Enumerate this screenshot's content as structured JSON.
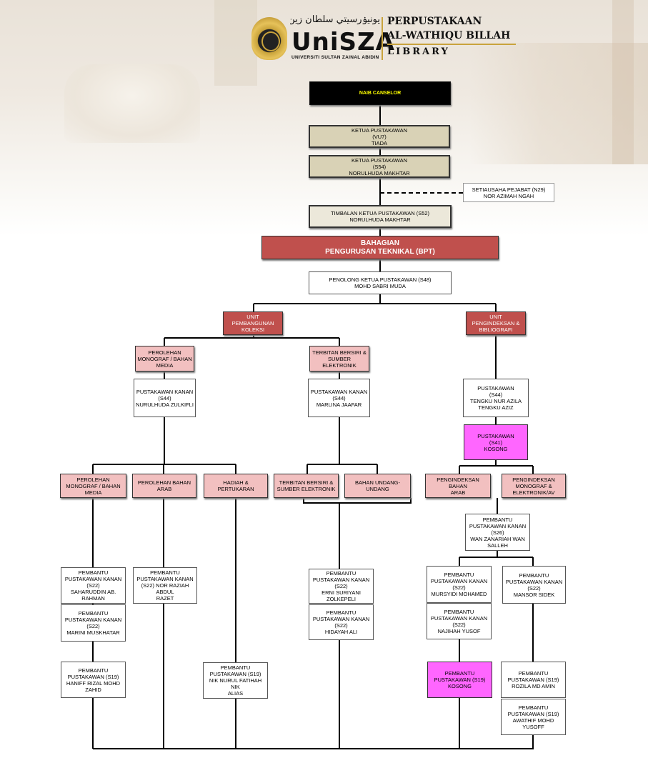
{
  "header": {
    "arabic_name": "يونيۏرسيتي سلطان زين العابدين",
    "logo_text": "UniSZA",
    "university_name": "UNIVERSITI SULTAN ZAINAL ABIDIN",
    "library_line1": "PERPUSTAKAAN",
    "library_line2": "AL-WATHIQU BILLAH",
    "library_line3": "LIBRARY"
  },
  "colors": {
    "top_box": "#000000",
    "top_box_text": "#ffff00",
    "senior_box": "#d9d2b6",
    "division": "#c0504d",
    "section": "#f2c0c0",
    "vacant": "#ff66ff"
  },
  "nodes": {
    "naib_canselor": {
      "title": "NAIB CANSELOR"
    },
    "ketua_vu7": {
      "title": "KETUA PUSTAKAWAN",
      "grade": "(VU7)",
      "name": "TIADA"
    },
    "ketua_s54": {
      "title": "KETUA PUSTAKAWAN",
      "grade": "(S54)",
      "name": "NORULHUDA MAKHTAR"
    },
    "setiausaha": {
      "title": "SETIAUSAHA PEJABAT (N29)",
      "name": "NOR AZIMAH NGAH"
    },
    "timbalan": {
      "title": "TIMBALAN KETUA PUSTAKAWAN (S52)",
      "name": "NORULHUDA MAKHTAR"
    },
    "bahagian": {
      "line1": "BAHAGIAN",
      "line2": "PENGURUSAN TEKNIKAL (BPT)"
    },
    "penolong": {
      "title": "PENOLONG KETUA PUSTAKAWAN (S48)",
      "name": "MOHD SABRI MUDA"
    },
    "unit_koleksi": {
      "line1": "UNIT",
      "line2": "PEMBANGUNAN",
      "line3": "KOLEKSI"
    },
    "unit_pengindeksan": {
      "line1": "UNIT",
      "line2": "PENGINDEKSAN &",
      "line3": "BIBLIOGRAFI"
    },
    "perolehan_media_top": {
      "line1": "PEROLEHAN",
      "line2": "MONOGRAF / BAHAN",
      "line3": "MEDIA"
    },
    "terbitan_top": {
      "line1": "TERBITAN BERSIRI &",
      "line2": "SUMBER",
      "line3": "ELEKTRONIK"
    },
    "pk_zulkifli": {
      "title": "PUSTAKAWAN KANAN",
      "grade": "(S44)",
      "name": "NURULHUDA ZULKIFLI"
    },
    "pk_marlina": {
      "title": "PUSTAKAWAN KANAN",
      "grade": "(S44)",
      "name": "MARLINA JAAFAR"
    },
    "p_azila": {
      "title": "PUSTAKAWAN",
      "grade": "(S44)",
      "name1": "TENGKU NUR AZILA",
      "name2": "TENGKU AZIZ"
    },
    "p_kosong": {
      "title": "PUSTAKAWAN",
      "grade": "(S41)",
      "name": "KOSONG"
    },
    "sec_perolehan_media": {
      "line1": "PEROLEHAN",
      "line2": "MONOGRAF / BAHAN",
      "line3": "MEDIA"
    },
    "sec_perolehan_arab": {
      "line1": "PEROLEHAN BAHAN",
      "line2": "ARAB"
    },
    "sec_hadiah": {
      "line1": "HADIAH &",
      "line2": "PERTUKARAN"
    },
    "sec_terbitan": {
      "line1": "TERBITAN BERSIRI &",
      "line2": "SUMBER ELEKTRONIK"
    },
    "sec_undang": {
      "line1": "BAHAN UNDANG-",
      "line2": "UNDANG"
    },
    "sec_pengindeksan_arab": {
      "line1": "PENGINDEKSAN BAHAN",
      "line2": "ARAB"
    },
    "sec_pengindeksan_mono": {
      "line1": "PENGINDEKSAN",
      "line2": "MONOGRAF &",
      "line3": "ELEKTRONIK/AV"
    },
    "ppk_s26": {
      "line1": "PEMBANTU",
      "line2": "PUSTAKAWAN KANAN",
      "grade": "(S26)",
      "name1": "WAN ZANARIAH WAN",
      "name2": "SALLEH"
    },
    "ppk_saharuddin": {
      "line1": "PEMBANTU",
      "line2": "PUSTAKAWAN KANAN",
      "grade": "(S22)",
      "name1": "SAHARUDDIN AB.",
      "name2": "RAHMAN"
    },
    "ppk_marini": {
      "line1": "PEMBANTU",
      "line2": "PUSTAKAWAN KANAN",
      "grade": "(S22)",
      "name": "MARINI MUSKHATAR"
    },
    "ppk_raziah": {
      "line1": "PEMBANTU",
      "line2": "PUSTAKAWAN KANAN",
      "grade": "(S22) NOR RAZIAH ABDUL",
      "name": "RAZET"
    },
    "ppk_erni": {
      "line1": "PEMBANTU",
      "line2": "PUSTAKAWAN KANAN",
      "grade": "(S22)",
      "name1": "ERNI SURIYANI",
      "name2": "ZOLKEPELI"
    },
    "ppk_hidayah": {
      "line1": "PEMBANTU",
      "line2": "PUSTAKAWAN KANAN",
      "grade": "(S22)",
      "name": "HIDAYAH ALI"
    },
    "ppk_mursyidi": {
      "line1": "PEMBANTU",
      "line2": "PUSTAKAWAN KANAN",
      "grade": "(S22)",
      "name": "MURSYIDI MOHAMED"
    },
    "ppk_najihah": {
      "line1": "PEMBANTU",
      "line2": "PUSTAKAWAN KANAN",
      "grade": "(S22)",
      "name": "NAJIHAH YUSOF"
    },
    "ppk_mansor": {
      "line1": "PEMBANTU",
      "line2": "PUSTAKAWAN KANAN",
      "grade": "(S22)",
      "name": "MANSOR SIDEK"
    },
    "pp_haniff": {
      "line1": "PEMBANTU",
      "line2": "PUSTAKAWAN (S19)",
      "name1": "HANIFF RIZAL MOHD",
      "name2": "ZAHID"
    },
    "pp_nurul": {
      "line1": "PEMBANTU",
      "line2": "PUSTAKAWAN (S19)",
      "name1": "NIK NURUL FATIHAH NIK",
      "name2": "ALIAS"
    },
    "pp_kosong": {
      "line1": "PEMBANTU",
      "line2": "PUSTAKAWAN (S19)",
      "name": "KOSONG"
    },
    "pp_rozila": {
      "line1": "PEMBANTU",
      "line2": "PUSTAKAWAN (S19)",
      "name": "ROZILA MD AMIN"
    },
    "pp_awathif": {
      "line1": "PEMBANTU",
      "line2": "PUSTAKAWAN (S19)",
      "name": "AWATHIF MOHD YUSOFF"
    }
  }
}
